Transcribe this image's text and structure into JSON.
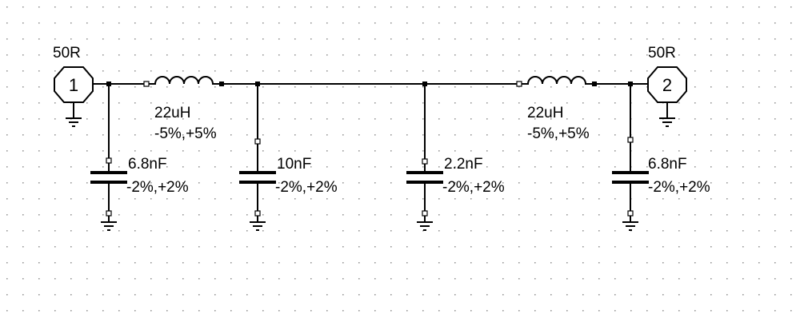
{
  "colors": {
    "background": "#ffffff",
    "wire": "#000000",
    "grid_dot": "#9a9a9a"
  },
  "ports": [
    {
      "id": "port-1",
      "number": "1",
      "impedance": "50R"
    },
    {
      "id": "port-2",
      "number": "2",
      "impedance": "50R"
    }
  ],
  "inductors": [
    {
      "id": "inductor-left",
      "value": "22uH",
      "tolerance": "-5%,+5%"
    },
    {
      "id": "inductor-right",
      "value": "22uH",
      "tolerance": "-5%,+5%"
    }
  ],
  "capacitors": [
    {
      "id": "capacitor-1",
      "value": "6.8nF",
      "tolerance": "-2%,+2%"
    },
    {
      "id": "capacitor-2",
      "value": "10nF",
      "tolerance": "-2%,+2%"
    },
    {
      "id": "capacitor-3",
      "value": "2.2nF",
      "tolerance": "-2%,+2%"
    },
    {
      "id": "capacitor-4",
      "value": "6.8nF",
      "tolerance": "-2%,+2%"
    }
  ]
}
